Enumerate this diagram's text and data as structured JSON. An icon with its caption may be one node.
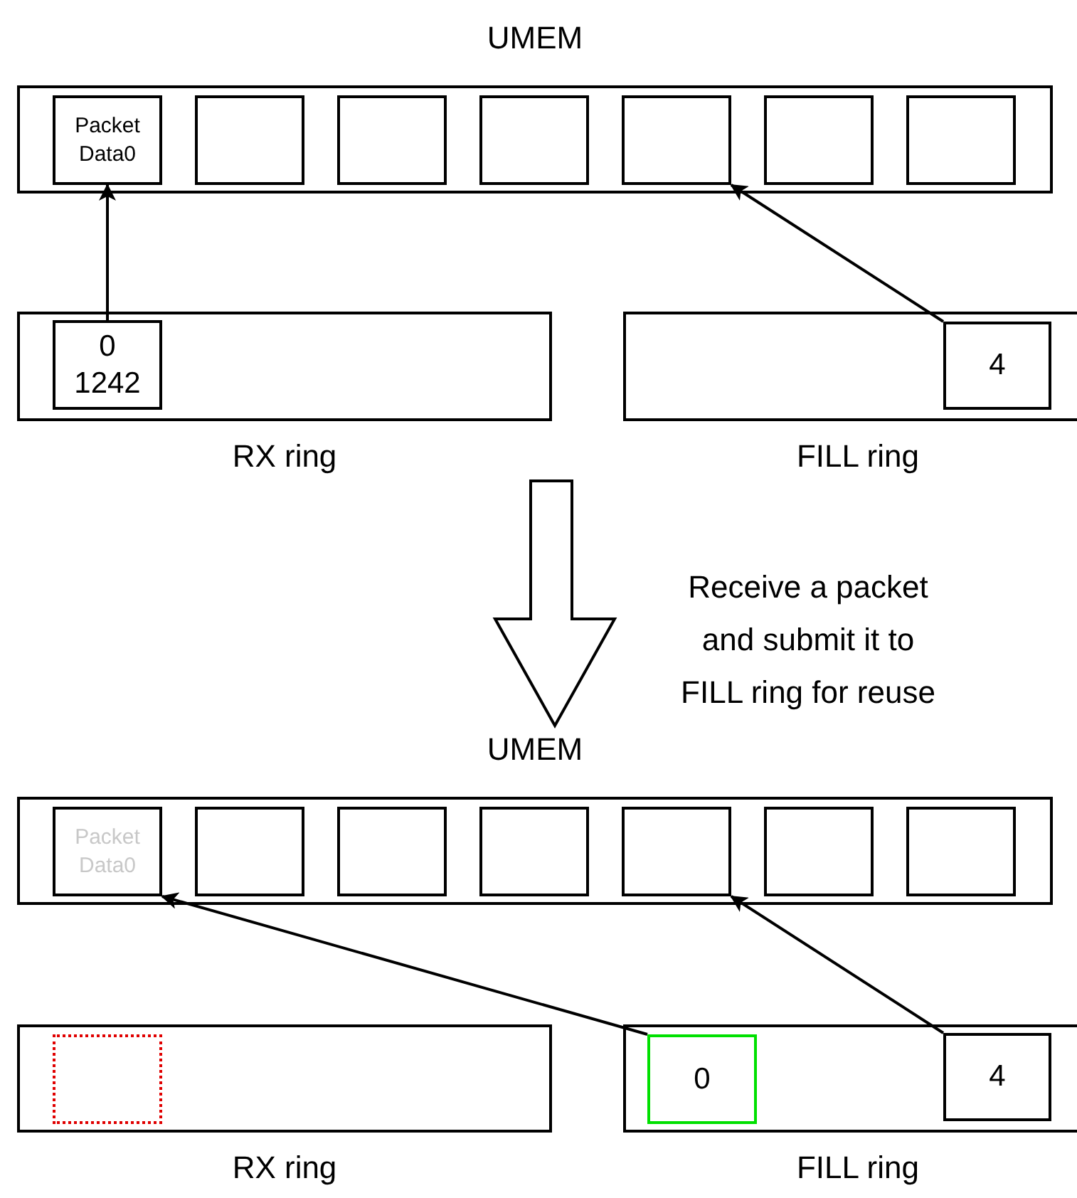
{
  "diagram": {
    "nodes": [
      {
        "text": [
          "UMEM"
        ]
      },
      {
        "text": [
          "Packet Data0"
        ],
        "in": 0
      },
      {
        "text": [],
        "shape": "box",
        "in": 0
      },
      {
        "text": [],
        "shape": "box",
        "in": 0
      },
      {
        "text": [],
        "shape": "box",
        "in": 0
      },
      {
        "text": [],
        "shape": "box",
        "in": 0
      },
      {
        "text": [],
        "shape": "box",
        "in": 0
      },
      {
        "text": [],
        "shape": "box",
        "in": 0
      },
      {
        "text": [
          "RX ring"
        ]
      },
      {
        "text": [
          "0",
          "1242"
        ],
        "in": 8
      },
      {
        "text": [
          "FILL ring"
        ]
      },
      {
        "text": [
          "4"
        ],
        "in": 10
      },
      {
        "text": [
          "UMEM"
        ]
      },
      {
        "text": [
          "Packet Data0"
        ],
        "in": 12
      },
      {
        "text": [],
        "shape": "box",
        "in": 12
      },
      {
        "text": [],
        "shape": "box",
        "in": 12
      },
      {
        "text": [],
        "shape": "box",
        "in": 12
      },
      {
        "text": [],
        "shape": "box",
        "in": 12
      },
      {
        "text": [],
        "shape": "box",
        "in": 12
      },
      {
        "text": [],
        "shape": "box",
        "in": 12
      },
      {
        "text": [
          "RX ring"
        ]
      },
      {
        "text": [],
        "shape": "box",
        "in": 20
      },
      {
        "text": [
          "FILL ring"
        ]
      },
      {
        "text": [
          "0"
        ],
        "in": 22
      },
      {
        "text": [
          "4"
        ],
        "in": 22
      }
    ],
    "edges": [
      {
        "from": 9,
        "to": 1,
        "arrow": "to"
      },
      {
        "from": 11,
        "to": 5,
        "arrow": "to"
      },
      {
        "from": 23,
        "to": 13,
        "arrow": "to"
      },
      {
        "from": 24,
        "to": 17,
        "arrow": "to"
      }
    ],
    "labels": [
      "Receive a packet and submit it to FILL ring for reuse"
    ]
  }
}
